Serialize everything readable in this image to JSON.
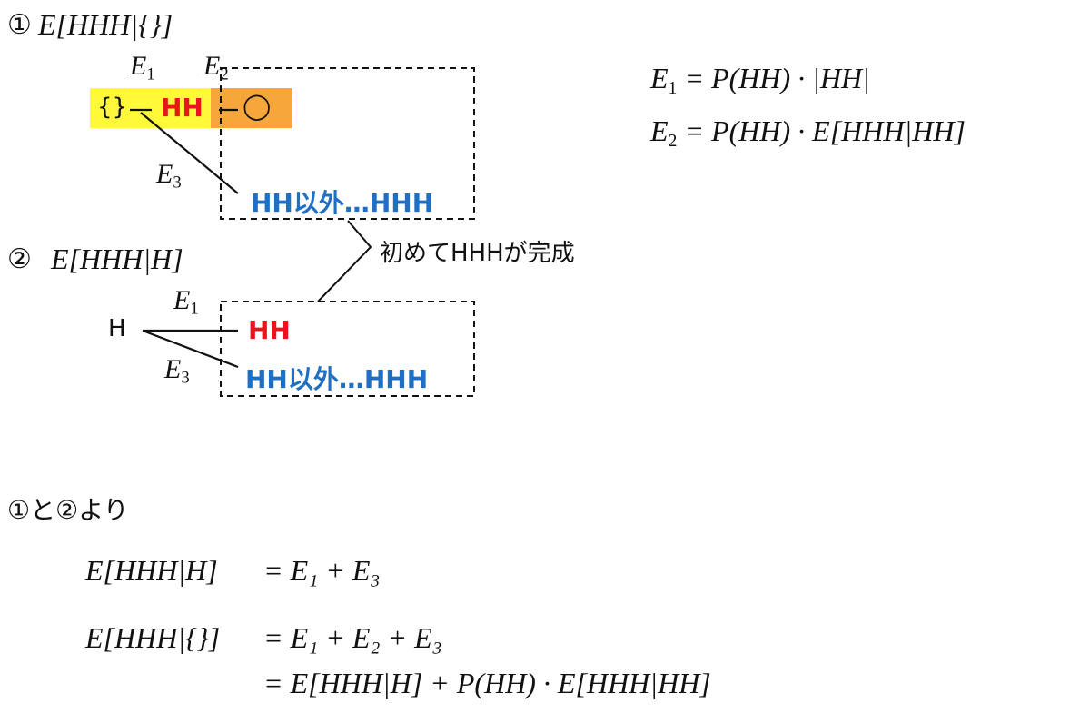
{
  "section1": {
    "heading_num": "①",
    "heading_expr": "E[HHH|{}]",
    "label_e1": "E",
    "label_e1_sub": "1",
    "label_e2": "E",
    "label_e2_sub": "2",
    "label_e3": "E",
    "label_e3_sub": "3",
    "start_node": "{}",
    "hh_node": "HH",
    "circle_node": "◯",
    "other_node": "HH以外…HHH"
  },
  "callout": {
    "text": "初めてHHHが完成"
  },
  "section2": {
    "heading_num": "②",
    "heading_expr": "E[HHH|H]",
    "start_node": "H",
    "label_e1": "E",
    "label_e1_sub": "1",
    "label_e3": "E",
    "label_e3_sub": "3",
    "hh_node": "HH",
    "other_node": "HH以外…HHH"
  },
  "definitions": {
    "e1_lhs": "E",
    "e1_sub": "1",
    "e1_rhs": "= P(HH) · |HH|",
    "e2_lhs": "E",
    "e2_sub": "2",
    "e2_rhs": "= P(HH) · E[HHH|HH]"
  },
  "conclusion": {
    "heading": "①と②より",
    "eq1_lhs": "E[HHH|H]",
    "eq1_rhs": "= E₁ + E₃",
    "eq2_lhs": "E[HHH|{}]",
    "eq2_rhs": "= E₁ + E₂ + E₃",
    "eq3_rhs": "= E[HHH|H] + P(HH) · E[HHH|HH]"
  },
  "colors": {
    "highlight_yellow": "#fff93a",
    "highlight_orange": "#f7a63b",
    "hh_red": "#e8141e",
    "other_blue": "#1f6fc5"
  }
}
